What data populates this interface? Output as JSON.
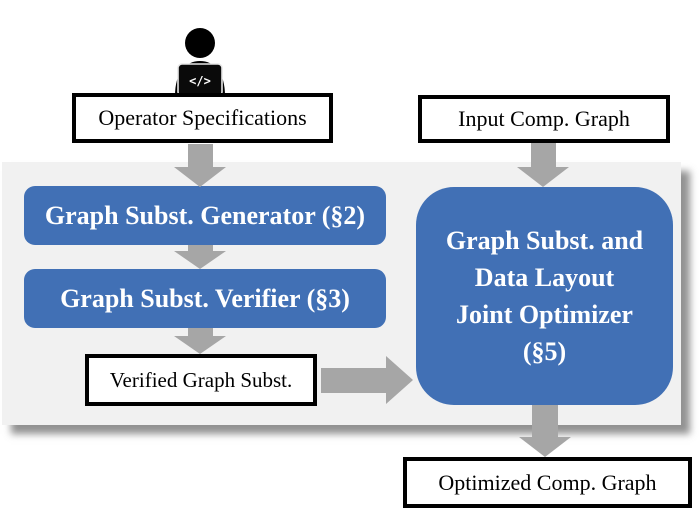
{
  "diagram": {
    "title_hint": "graph substitution optimizer pipeline",
    "nodes": {
      "operator_specs": {
        "label": "Operator Specifications"
      },
      "input_graph": {
        "label": "Input Comp. Graph"
      },
      "generator": {
        "label": "Graph Subst. Generator (§2)"
      },
      "verifier": {
        "label": "Graph Subst. Verifier (§3)"
      },
      "verified": {
        "label": "Verified Graph Subst."
      },
      "optimizer": {
        "lines": [
          "Graph Subst. and",
          "Data Layout",
          "Joint Optimizer",
          "(§5)"
        ]
      },
      "optimized": {
        "label": "Optimized Comp. Graph"
      }
    },
    "icons": {
      "developer": {
        "name": "developer-with-laptop-icon",
        "glyph": "</>"
      }
    },
    "edges": [
      "operator_specs -> generator",
      "generator -> verifier",
      "verifier -> verified",
      "verified -> optimizer",
      "input_graph -> optimizer",
      "optimizer -> optimized"
    ],
    "colors": {
      "process_blue": "#4170B5",
      "arrow_gray": "#A6A6A6",
      "panel_gray": "#F1F1F1",
      "box_border": "#000000",
      "text_on_blue": "#FFFFFF",
      "text_on_white": "#000000"
    }
  }
}
